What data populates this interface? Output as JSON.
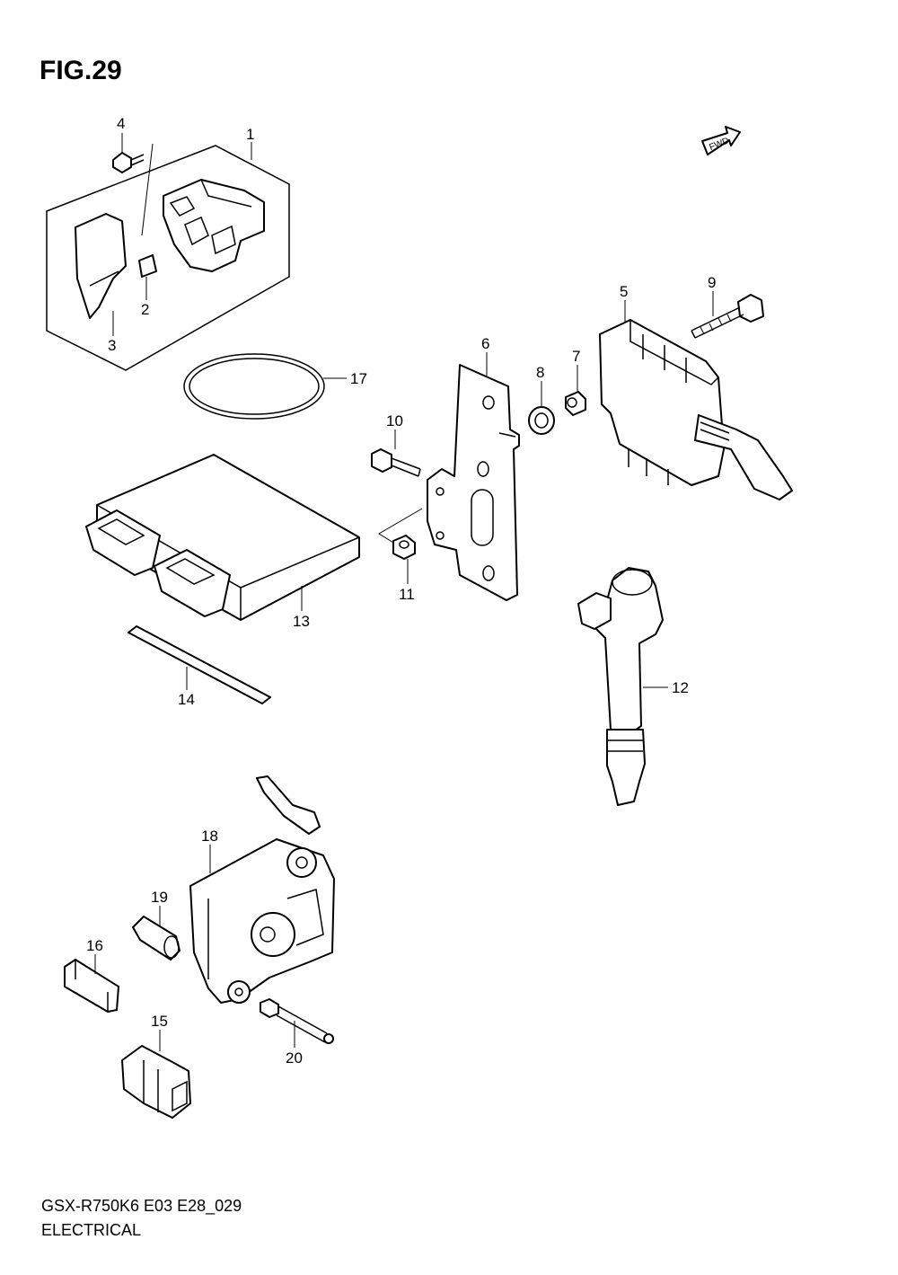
{
  "figure": {
    "title": "FIG.29"
  },
  "direction_marker": {
    "label": "FWD",
    "icon": "forward-arrow-icon"
  },
  "callouts": [
    {
      "id": "1",
      "label": "1"
    },
    {
      "id": "2",
      "label": "2"
    },
    {
      "id": "3",
      "label": "3"
    },
    {
      "id": "4",
      "label": "4"
    },
    {
      "id": "5",
      "label": "5"
    },
    {
      "id": "6",
      "label": "6"
    },
    {
      "id": "7",
      "label": "7"
    },
    {
      "id": "8",
      "label": "8"
    },
    {
      "id": "9",
      "label": "9"
    },
    {
      "id": "10",
      "label": "10"
    },
    {
      "id": "11",
      "label": "11"
    },
    {
      "id": "12",
      "label": "12"
    },
    {
      "id": "13",
      "label": "13"
    },
    {
      "id": "14",
      "label": "14"
    },
    {
      "id": "15",
      "label": "15"
    },
    {
      "id": "16",
      "label": "16"
    },
    {
      "id": "17",
      "label": "17"
    },
    {
      "id": "18",
      "label": "18"
    },
    {
      "id": "19",
      "label": "19"
    },
    {
      "id": "20",
      "label": "20"
    }
  ],
  "footer": {
    "model_code": "GSX-R750K6 E03 E28_029",
    "section": "ELECTRICAL"
  }
}
